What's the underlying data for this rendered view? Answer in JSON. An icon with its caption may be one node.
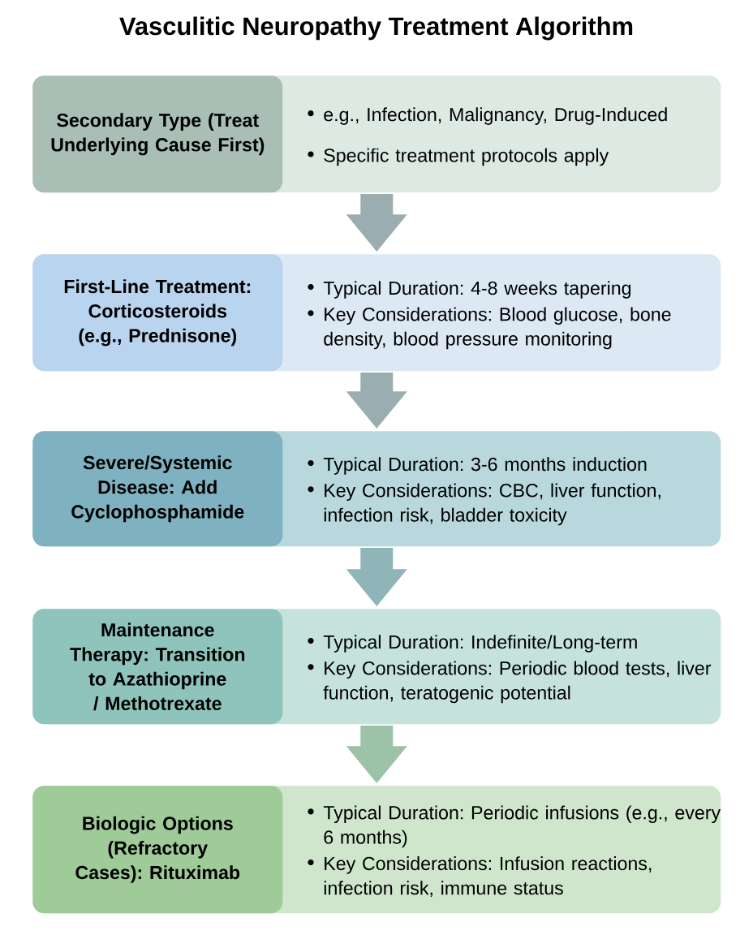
{
  "diagram": {
    "title": "Vasculitic Neuropathy Treatment Algorithm",
    "nodes": [
      {
        "text": [
          "e.g., Infection, Malignancy, Drug-Induced",
          "Specific treatment protocols apply"
        ]
      },
      {
        "text": [
          "Secondary Type (Treat Underlying Cause First)"
        ],
        "in": 0
      },
      {
        "text": [
          "Typical Duration: 4-8 weeks tapering",
          "Key Considerations: Blood glucose, bone density, blood pressure monitoring"
        ]
      },
      {
        "text": [
          "First-Line Treatment: Corticosteroids (e.g., Prednisone)"
        ],
        "in": 2
      },
      {
        "text": [
          "Typical Duration: 3-6 months induction",
          "Key Considerations: CBC, liver function, infection risk, bladder toxicity"
        ]
      },
      {
        "text": [
          "Severe/Systemic Disease: Add Cyclophosphamide"
        ],
        "in": 4
      },
      {
        "text": [
          "Typical Duration: Indefinite/Long-term",
          "Key Considerations: Periodic blood tests, liver function, teratogenic potential"
        ]
      },
      {
        "text": [
          "Maintenance Therapy: Transition to Azathioprine / Methotrexate"
        ],
        "in": 6
      },
      {
        "text": [
          "Typical Duration: Periodic infusions (e.g., every 6 months)",
          "Key Considerations: Infusion reactions, infection risk, immune status"
        ]
      },
      {
        "text": [
          "Biologic Options (Refractory Cases): Rituximab"
        ],
        "in": 8
      }
    ],
    "edges": [
      {
        "from": 0,
        "to": 2,
        "arrow": "to"
      },
      {
        "from": 2,
        "to": 4,
        "arrow": "to"
      },
      {
        "from": 4,
        "to": 6,
        "arrow": "to",
        "color": "#8fb5b8"
      },
      {
        "from": 6,
        "to": 8,
        "arrow": "to",
        "color": "#9cc2a8"
      }
    ]
  }
}
